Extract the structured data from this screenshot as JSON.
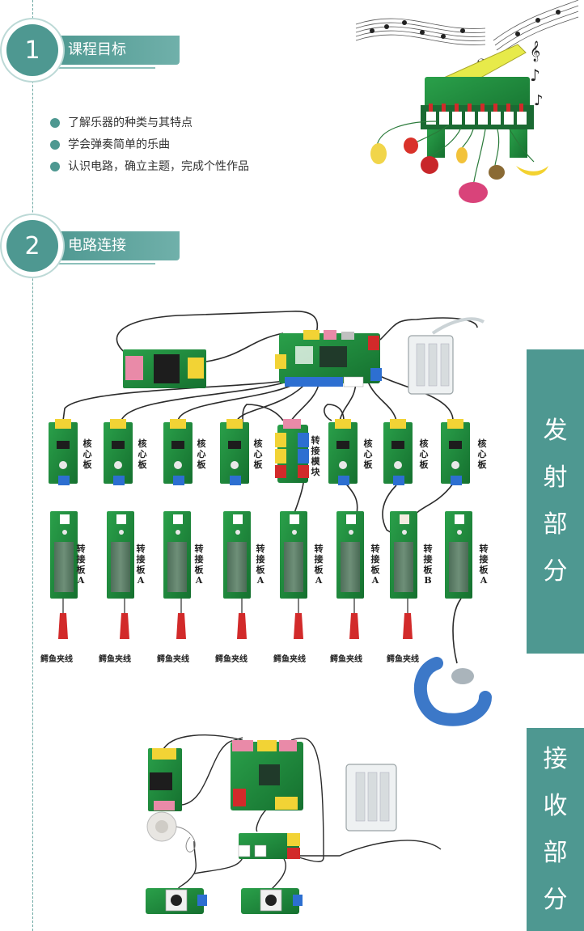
{
  "section1": {
    "number": "1",
    "title": "课程目标"
  },
  "goals": [
    "了解乐器的种类与其特点",
    "学会弹奏简单的乐曲",
    "认识电路，确立主题，完成个性作品"
  ],
  "section2": {
    "number": "2",
    "title": "电路连接"
  },
  "transmit_tab": [
    "发",
    "射",
    "部",
    "分"
  ],
  "receive_tab": [
    "接",
    "收",
    "部",
    "分"
  ],
  "core_label": "核心板",
  "adapter_module_label": "转接模块",
  "adapter_a_label": "转接板A",
  "adapter_b_label": "转接板B",
  "clip_label": "鳄鱼夹线",
  "colors": {
    "teal": "#4e9891",
    "pcb": "#1f8a3d",
    "yellow": "#f2d335",
    "blue": "#2d6fd1",
    "red": "#d22a2a",
    "pink": "#e98aa8"
  }
}
